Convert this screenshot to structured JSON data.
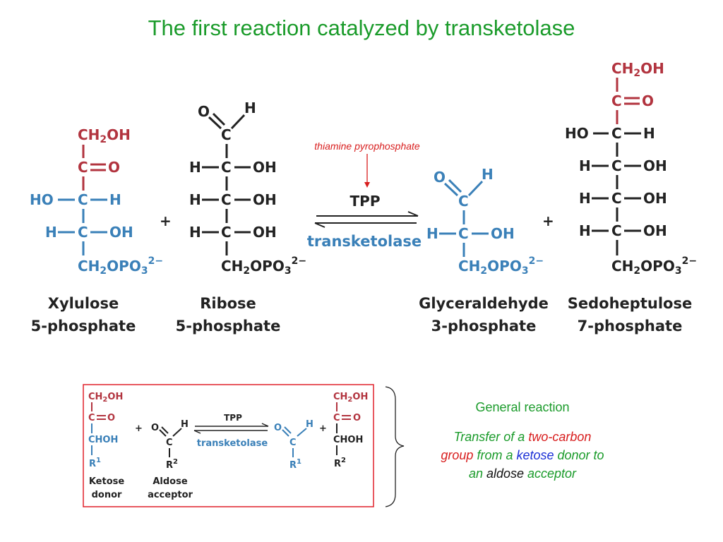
{
  "title": "The first reaction catalyzed by transketolase",
  "cofactor_annotation": "thiamine pyrophosphate",
  "reaction": {
    "cofactor": "TPP",
    "enzyme": "transketolase",
    "plus": "+"
  },
  "molecules": {
    "xylulose": {
      "label_line1": "Xylulose",
      "label_line2": "5-phosphate",
      "atoms": [
        "CH2OH",
        "C",
        "O",
        "HO",
        "C",
        "H",
        "H",
        "C",
        "OH",
        "CH2OPO3",
        "2−"
      ]
    },
    "ribose": {
      "label_line1": "Ribose",
      "label_line2": "5-phosphate",
      "atoms": [
        "O",
        "H",
        "C",
        "H",
        "C",
        "OH",
        "H",
        "C",
        "OH",
        "H",
        "C",
        "OH",
        "CH2OPO3",
        "2−"
      ]
    },
    "glyceraldehyde": {
      "label_line1": "Glyceraldehyde",
      "label_line2": "3-phosphate",
      "atoms": [
        "O",
        "H",
        "C",
        "H",
        "C",
        "OH",
        "CH2OPO3",
        "2−"
      ]
    },
    "sedoheptulose": {
      "label_line1": "Sedoheptulose",
      "label_line2": "7-phosphate",
      "atoms": [
        "CH2OH",
        "C",
        "O",
        "HO",
        "C",
        "H",
        "H",
        "C",
        "OH",
        "H",
        "C",
        "OH",
        "H",
        "C",
        "OH",
        "CH2OPO3",
        "2−"
      ]
    }
  },
  "general_box": {
    "cofactor": "TPP",
    "enzyme": "transketolase",
    "ketose_label_line1": "Ketose",
    "ketose_label_line2": "donor",
    "aldose_label_line1": "Aldose",
    "aldose_label_line2": "acceptor",
    "atoms": [
      "CH2OH",
      "C",
      "O",
      "CHOH",
      "R",
      "1",
      "O",
      "H",
      "C",
      "R",
      "2",
      "O",
      "H",
      "C",
      "R",
      "1",
      "CH2OH",
      "C",
      "O",
      "CHOH",
      "R",
      "2"
    ],
    "border_color": "#e0202a"
  },
  "general_reaction": {
    "title": "General reaction",
    "desc_part1": "Transfer of a ",
    "desc_two_carbon": "two-carbon",
    "desc_group": "group",
    "desc_part2": " from a ",
    "desc_ketose": "ketose",
    "desc_part3": " donor to",
    "desc_part4": "an ",
    "desc_aldose": "aldose",
    "desc_part5": " acceptor"
  },
  "colors": {
    "title_green": "#1a9b2a",
    "transferred_red": "#b2343f",
    "product_blue": "#3a80b8",
    "annotation_red": "#d81e1e"
  }
}
